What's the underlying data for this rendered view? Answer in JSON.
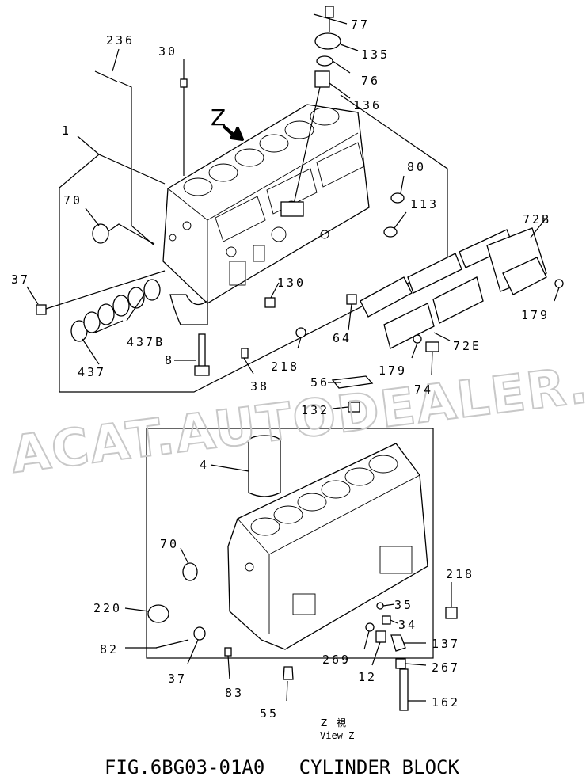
{
  "figure": {
    "title": "FIG.6BG03-01A0   CYLINDER BLOCK",
    "view_marker": "Z",
    "view_caption_kanji": "Z 視",
    "view_caption": "View Z"
  },
  "watermark": "ACAT.AUTODEALER.RU",
  "callouts": [
    {
      "id": "c236",
      "text": "236"
    },
    {
      "id": "c30",
      "text": "30"
    },
    {
      "id": "c1",
      "text": "1"
    },
    {
      "id": "c70a",
      "text": "70"
    },
    {
      "id": "c37a",
      "text": "37"
    },
    {
      "id": "c437b",
      "text": "437B"
    },
    {
      "id": "c437",
      "text": "437"
    },
    {
      "id": "c8",
      "text": "8"
    },
    {
      "id": "c77",
      "text": "77"
    },
    {
      "id": "c135",
      "text": "135"
    },
    {
      "id": "c76",
      "text": "76"
    },
    {
      "id": "c136",
      "text": "136"
    },
    {
      "id": "c80",
      "text": "80"
    },
    {
      "id": "c113",
      "text": "113"
    },
    {
      "id": "c72b",
      "text": "72B"
    },
    {
      "id": "c130",
      "text": "130"
    },
    {
      "id": "c64",
      "text": "64"
    },
    {
      "id": "c218a",
      "text": "218"
    },
    {
      "id": "c38",
      "text": "38"
    },
    {
      "id": "c179a",
      "text": "179"
    },
    {
      "id": "c179b",
      "text": "179"
    },
    {
      "id": "c72e",
      "text": "72E"
    },
    {
      "id": "c74",
      "text": "74"
    },
    {
      "id": "c56",
      "text": "56"
    },
    {
      "id": "c132",
      "text": "132"
    },
    {
      "id": "c4",
      "text": "4"
    },
    {
      "id": "c70b",
      "text": "70"
    },
    {
      "id": "c220",
      "text": "220"
    },
    {
      "id": "c82",
      "text": "82"
    },
    {
      "id": "c37b",
      "text": "37"
    },
    {
      "id": "c83",
      "text": "83"
    },
    {
      "id": "c55",
      "text": "55"
    },
    {
      "id": "c218b",
      "text": "218"
    },
    {
      "id": "c35",
      "text": "35"
    },
    {
      "id": "c34",
      "text": "34"
    },
    {
      "id": "c269",
      "text": "269"
    },
    {
      "id": "c12",
      "text": "12"
    },
    {
      "id": "c137",
      "text": "137"
    },
    {
      "id": "c267",
      "text": "267"
    },
    {
      "id": "c162",
      "text": "162"
    }
  ]
}
